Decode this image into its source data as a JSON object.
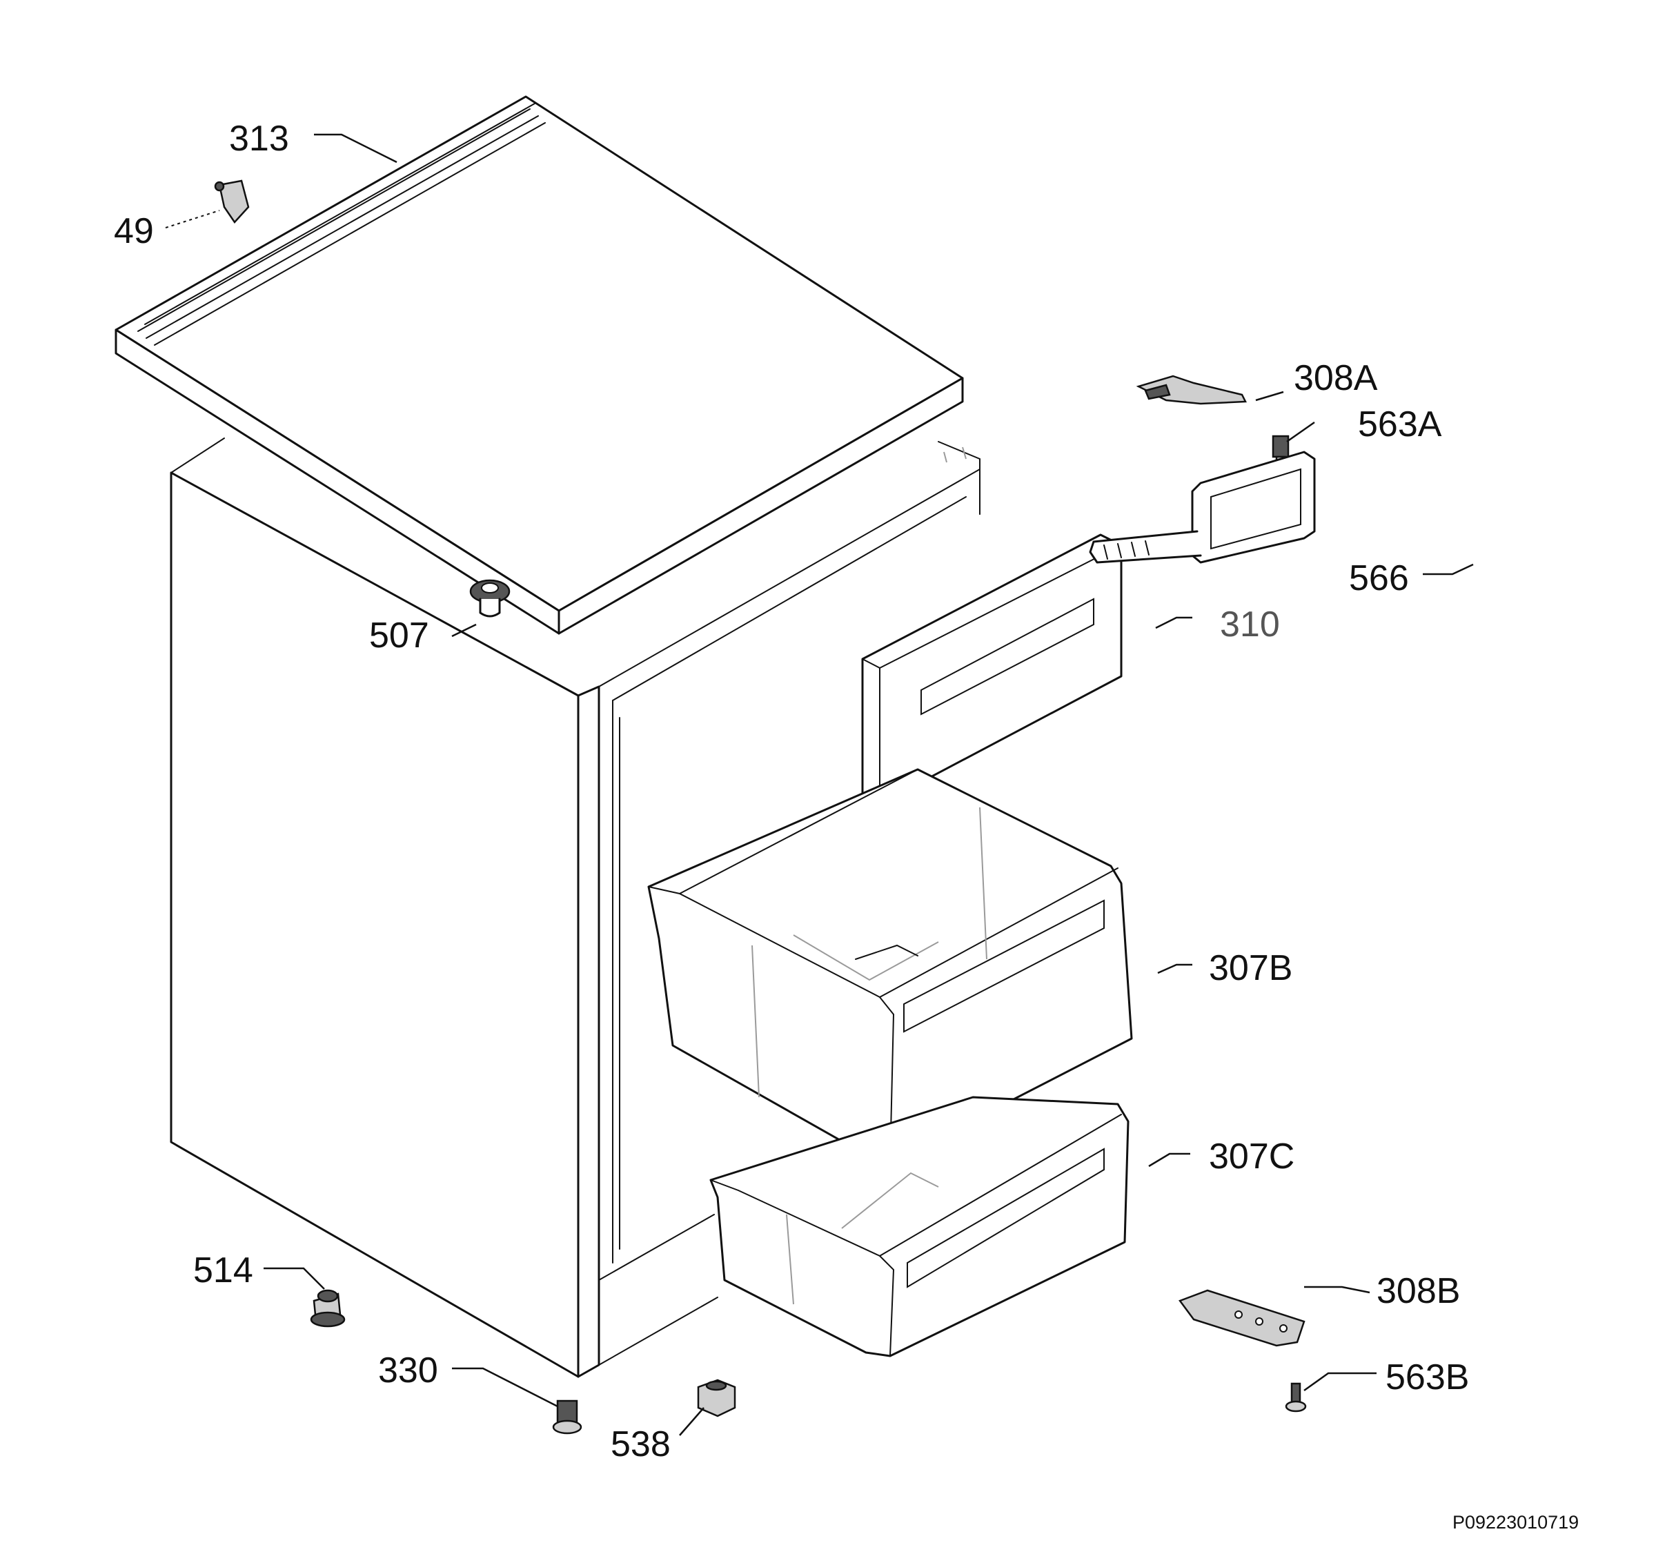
{
  "labels": {
    "l313": "313",
    "l49": "49",
    "l507": "507",
    "l308A": "308A",
    "l563A": "563A",
    "l566": "566",
    "l310": "310",
    "l307B": "307B",
    "l307C": "307C",
    "l514": "514",
    "l330": "330",
    "l538": "538",
    "l308B": "308B",
    "l563B": "563B"
  },
  "drawing_code": "P09223010719"
}
